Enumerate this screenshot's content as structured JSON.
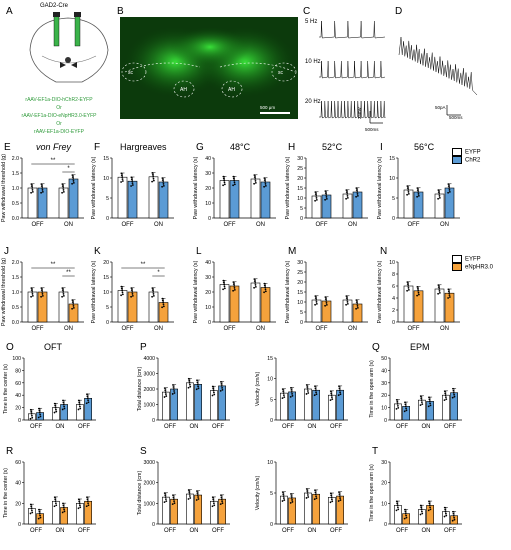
{
  "colors": {
    "eyfp": "#ffffff",
    "chr2": "#5b9bd5",
    "enphr": "#f5a23c",
    "green": "#2e9a3a",
    "stroke": "#000000"
  },
  "panels": {
    "A": {
      "label": "A",
      "title": "GAD2-Cre",
      "virus_lines": [
        "rAAV-EF1a-DIO-hChR2-EYFP",
        "Or",
        "rAAV-EF1a-DIO-eNpHR3.0-EYFP",
        "Or",
        "rAAV-EF1a-DIO-EYFP"
      ]
    },
    "B": {
      "label": "B",
      "regions": [
        "sc",
        "sc",
        "AH",
        "AH"
      ],
      "scalebar": "500 μm"
    },
    "C": {
      "label": "C",
      "rows": [
        "5 Hz",
        "10 Hz",
        "20 Hz"
      ],
      "scale_v": "25mV",
      "scale_t": "500ms"
    },
    "D": {
      "label": "D",
      "scale_i": "50pA",
      "scale_t": "500ms"
    },
    "E": {
      "label": "E",
      "title": "von Frey"
    },
    "F": {
      "label": "F",
      "title": "Hargreaves"
    },
    "G": {
      "label": "G",
      "title": "48°C"
    },
    "H": {
      "label": "H",
      "title": "52°C"
    },
    "I": {
      "label": "I",
      "title": "56°C"
    },
    "J": {
      "label": "J"
    },
    "K": {
      "label": "K"
    },
    "L": {
      "label": "L"
    },
    "M": {
      "label": "M"
    },
    "N": {
      "label": "N"
    },
    "O": {
      "label": "O",
      "title": "OFT"
    },
    "P": {
      "label": "P"
    },
    "Q": {
      "label": "Q",
      "title": "EPM"
    },
    "R": {
      "label": "R"
    },
    "S": {
      "label": "S"
    },
    "T": {
      "label": "T"
    }
  },
  "legend_top": {
    "items": [
      "EYFP",
      "ChR2"
    ]
  },
  "legend_mid": {
    "items": [
      "EYFP",
      "eNpHR3.0"
    ]
  },
  "ylabels": {
    "vonfrey": "Paw withdrawal threshold (g)",
    "latency": "Paw withdrawal latency (s)",
    "center": "Time in the center (s)",
    "distance": "Total distance (cm)",
    "velocity": "Velocity (cm/s)",
    "openarm": "Time in the open arm (s)"
  },
  "chart_data": [
    {
      "id": "E",
      "type": "bar",
      "title": "von Frey",
      "ylabel": "Paw withdrawal threshold (g)",
      "categories": [
        "OFF",
        "ON"
      ],
      "ylim": [
        0,
        2.0
      ],
      "yticks": [
        "0.0",
        "0.5",
        "1.0",
        "1.5",
        "2.0"
      ],
      "series": [
        {
          "name": "EYFP",
          "values": [
            1.0,
            1.0
          ]
        },
        {
          "name": "ChR2",
          "values": [
            1.0,
            1.3
          ]
        }
      ],
      "annotations": [
        "**",
        "*"
      ]
    },
    {
      "id": "F",
      "type": "bar",
      "title": "Hargreaves",
      "ylabel": "Paw withdrawal latency (s)",
      "categories": [
        "OFF",
        "ON"
      ],
      "ylim": [
        0,
        15
      ],
      "yticks": [
        "0",
        "5",
        "10",
        "15"
      ],
      "series": [
        {
          "name": "EYFP",
          "values": [
            10.2,
            10.3
          ]
        },
        {
          "name": "ChR2",
          "values": [
            9.2,
            9.0
          ]
        }
      ]
    },
    {
      "id": "G",
      "type": "bar",
      "title": "48°C",
      "ylabel": "Paw withdrawal latency (s)",
      "categories": [
        "OFF",
        "ON"
      ],
      "ylim": [
        0,
        40
      ],
      "yticks": [
        "0",
        "10",
        "20",
        "30",
        "40"
      ],
      "series": [
        {
          "name": "EYFP",
          "values": [
            25,
            26
          ]
        },
        {
          "name": "ChR2",
          "values": [
            25,
            24
          ]
        }
      ]
    },
    {
      "id": "H",
      "type": "bar",
      "title": "52°C",
      "ylabel": "Paw withdrawal latency (s)",
      "categories": [
        "OFF",
        "ON"
      ],
      "ylim": [
        0,
        30
      ],
      "yticks": [
        "0",
        "5",
        "10",
        "15",
        "20",
        "25",
        "30"
      ],
      "series": [
        {
          "name": "EYFP",
          "values": [
            11,
            12
          ]
        },
        {
          "name": "ChR2",
          "values": [
            11.5,
            13
          ]
        }
      ]
    },
    {
      "id": "I",
      "type": "bar",
      "title": "56°C",
      "ylabel": "Paw withdrawal latency (s)",
      "categories": [
        "OFF",
        "ON"
      ],
      "ylim": [
        0,
        15
      ],
      "yticks": [
        "0",
        "5",
        "10",
        "15"
      ],
      "series": [
        {
          "name": "EYFP",
          "values": [
            7,
            6
          ]
        },
        {
          "name": "ChR2",
          "values": [
            6.5,
            7.5
          ]
        }
      ]
    },
    {
      "id": "J",
      "type": "bar",
      "ylabel": "Paw withdrawal threshold (g)",
      "categories": [
        "OFF",
        "ON"
      ],
      "ylim": [
        0,
        2.0
      ],
      "yticks": [
        "0.0",
        "0.5",
        "1.0",
        "1.5",
        "2.0"
      ],
      "series": [
        {
          "name": "EYFP",
          "values": [
            1.0,
            1.0
          ]
        },
        {
          "name": "eNpHR3.0",
          "values": [
            1.0,
            0.6
          ]
        }
      ],
      "annotations": [
        "**",
        "**"
      ]
    },
    {
      "id": "K",
      "type": "bar",
      "ylabel": "Paw withdrawal latency (s)",
      "categories": [
        "OFF",
        "ON"
      ],
      "ylim": [
        0,
        20
      ],
      "yticks": [
        "0",
        "5",
        "10",
        "15",
        "20"
      ],
      "series": [
        {
          "name": "EYFP",
          "values": [
            10.5,
            10
          ]
        },
        {
          "name": "eNpHR3.0",
          "values": [
            10,
            6.5
          ]
        }
      ],
      "annotations": [
        "**",
        "*"
      ]
    },
    {
      "id": "L",
      "type": "bar",
      "ylabel": "Paw withdrawal latency (s)",
      "categories": [
        "OFF",
        "ON"
      ],
      "ylim": [
        0,
        40
      ],
      "yticks": [
        "0",
        "10",
        "20",
        "30",
        "40"
      ],
      "series": [
        {
          "name": "EYFP",
          "values": [
            25,
            26
          ]
        },
        {
          "name": "eNpHR3.0",
          "values": [
            24,
            23
          ]
        }
      ]
    },
    {
      "id": "M",
      "type": "bar",
      "ylabel": "Paw withdrawal latency (s)",
      "categories": [
        "OFF",
        "ON"
      ],
      "ylim": [
        0,
        30
      ],
      "yticks": [
        "0",
        "5",
        "10",
        "15",
        "20",
        "25",
        "30"
      ],
      "series": [
        {
          "name": "EYFP",
          "values": [
            11,
            11
          ]
        },
        {
          "name": "eNpHR3.0",
          "values": [
            10.5,
            9
          ]
        }
      ]
    },
    {
      "id": "N",
      "type": "bar",
      "ylabel": "Paw withdrawal latency (s)",
      "categories": [
        "OFF",
        "ON"
      ],
      "ylim": [
        0,
        10
      ],
      "yticks": [
        "0",
        "2",
        "4",
        "6",
        "8",
        "10"
      ],
      "series": [
        {
          "name": "EYFP",
          "values": [
            6,
            5.5
          ]
        },
        {
          "name": "eNpHR3.0",
          "values": [
            5.2,
            4.8
          ]
        }
      ]
    },
    {
      "id": "O",
      "type": "bar",
      "title": "OFT",
      "ylabel": "Time in the center (s)",
      "categories": [
        "OFF",
        "ON",
        "OFF"
      ],
      "ylim": [
        0,
        100
      ],
      "yticks": [
        "0",
        "20",
        "40",
        "60",
        "80",
        "100"
      ],
      "series": [
        {
          "name": "EYFP",
          "values": [
            10,
            20,
            25
          ]
        },
        {
          "name": "ChR2",
          "values": [
            12,
            25,
            35
          ]
        }
      ]
    },
    {
      "id": "P1",
      "type": "bar",
      "ylabel": "Total distance (cm)",
      "categories": [
        "OFF",
        "ON",
        "OFF"
      ],
      "ylim": [
        0,
        4000
      ],
      "yticks": [
        "0",
        "1000",
        "2000",
        "3000",
        "4000"
      ],
      "series": [
        {
          "name": "EYFP",
          "values": [
            1800,
            2400,
            1900
          ]
        },
        {
          "name": "ChR2",
          "values": [
            2000,
            2300,
            2200
          ]
        }
      ]
    },
    {
      "id": "P2",
      "type": "bar",
      "ylabel": "Velocity (cm/s)",
      "categories": [
        "OFF",
        "ON",
        "OFF"
      ],
      "ylim": [
        0,
        15
      ],
      "yticks": [
        "0",
        "5",
        "10",
        "15"
      ],
      "series": [
        {
          "name": "EYFP",
          "values": [
            6.5,
            7.5,
            6
          ]
        },
        {
          "name": "ChR2",
          "values": [
            6.8,
            7.2,
            7.2
          ]
        }
      ]
    },
    {
      "id": "Q",
      "type": "bar",
      "title": "EPM",
      "ylabel": "Time in the open arm (s)",
      "categories": [
        "OFF",
        "ON",
        "OFF"
      ],
      "ylim": [
        0,
        50
      ],
      "yticks": [
        "0",
        "10",
        "20",
        "30",
        "40",
        "50"
      ],
      "series": [
        {
          "name": "EYFP",
          "values": [
            13,
            16,
            20
          ]
        },
        {
          "name": "ChR2",
          "values": [
            11,
            15,
            22
          ]
        }
      ]
    },
    {
      "id": "R",
      "type": "bar",
      "ylabel": "Time in the center (s)",
      "categories": [
        "OFF",
        "ON",
        "OFF"
      ],
      "ylim": [
        0,
        60
      ],
      "yticks": [
        "0",
        "20",
        "40",
        "60"
      ],
      "series": [
        {
          "name": "EYFP",
          "values": [
            15,
            22,
            20
          ]
        },
        {
          "name": "eNpHR3.0",
          "values": [
            10,
            16,
            22
          ]
        }
      ]
    },
    {
      "id": "S1",
      "type": "bar",
      "ylabel": "Total distance (cm)",
      "categories": [
        "OFF",
        "ON",
        "OFF"
      ],
      "ylim": [
        0,
        3000
      ],
      "yticks": [
        "0",
        "1000",
        "2000",
        "3000"
      ],
      "series": [
        {
          "name": "EYFP",
          "values": [
            1300,
            1450,
            1100
          ]
        },
        {
          "name": "eNpHR3.0",
          "values": [
            1200,
            1400,
            1200
          ]
        }
      ]
    },
    {
      "id": "S2",
      "type": "bar",
      "ylabel": "Velocity (cm/s)",
      "categories": [
        "OFF",
        "ON",
        "OFF"
      ],
      "ylim": [
        0,
        10
      ],
      "yticks": [
        "0",
        "5",
        "10"
      ],
      "series": [
        {
          "name": "EYFP",
          "values": [
            4.5,
            5,
            4.3
          ]
        },
        {
          "name": "eNpHR3.0",
          "values": [
            4.2,
            4.8,
            4.5
          ]
        }
      ]
    },
    {
      "id": "T",
      "type": "bar",
      "ylabel": "Time in the open arm (s)",
      "categories": [
        "OFF",
        "ON",
        "OFF"
      ],
      "ylim": [
        0,
        30
      ],
      "yticks": [
        "0",
        "10",
        "20",
        "30"
      ],
      "series": [
        {
          "name": "EYFP",
          "values": [
            9,
            7,
            6
          ]
        },
        {
          "name": "eNpHR3.0",
          "values": [
            5,
            9,
            4
          ]
        }
      ]
    }
  ]
}
